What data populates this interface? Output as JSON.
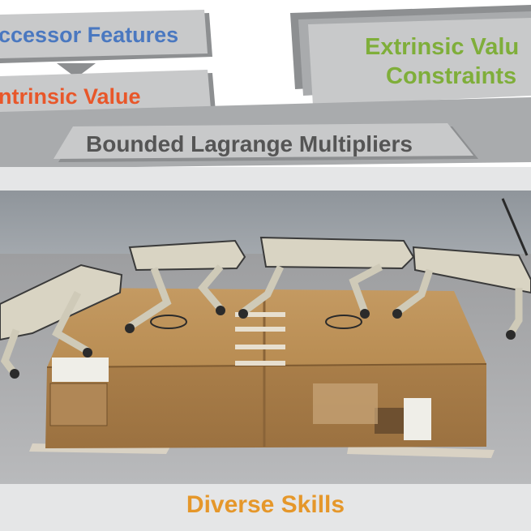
{
  "labels": {
    "successor_features": "ccessor Features",
    "intrinsic_value": "ntrinsic Value",
    "extrinsic_value_line1": "Extrinsic Valu",
    "extrinsic_value_line2": "Constraints",
    "bounded_lagrange": "Bounded Lagrange Multipliers",
    "diverse_skills": "Diverse Skills"
  },
  "colors": {
    "successor_features": "#4a78c0",
    "intrinsic_value": "#e8572a",
    "extrinsic_value": "#7fae3a",
    "bounded_lagrange": "#555555",
    "diverse_skills": "#e5972a",
    "panel_gray": "#c8c9ca",
    "panel_shadow": "#8d8f91"
  },
  "photo": {
    "subject": "quadruped-robots-walking-over-cardboard-box"
  }
}
